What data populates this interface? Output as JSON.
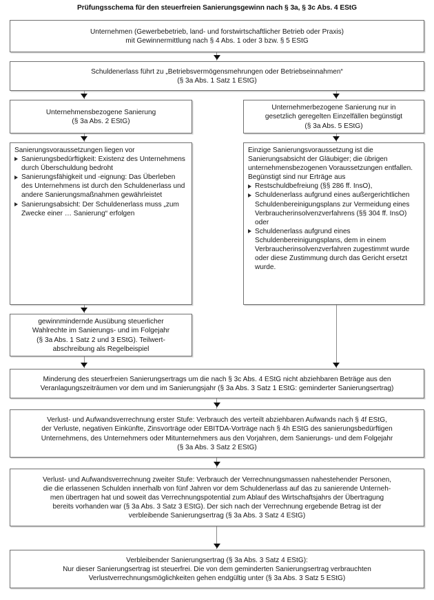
{
  "title": "Prüfungsschema für den steuerfreien Sanierungsgewinn nach § 3a, § 3c Abs. 4 EStG",
  "colors": {
    "box_border": "#6f6f6f",
    "box_shadow": "#cfcfcf",
    "connector": "#8a8a8a",
    "arrow": "#111111",
    "text": "#161616",
    "background": "#ffffff"
  },
  "nodes": {
    "unternehmen": {
      "lines": [
        "Unternehmen (Gewerbebetrieb, land- und forstwirtschaftlicher Betrieb oder Praxis)",
        "mit Gewinnermittlung nach § 4 Abs. 1 oder 3 bzw. § 5 EStG"
      ]
    },
    "schuldenerlass": {
      "lines": [
        "Schuldenerlass führt zu „Betriebsvermögensmehrungen oder Betriebseinnahmen“",
        "(§ 3a Abs. 1 Satz 1 EStG)"
      ]
    },
    "unternehmensbezogen": {
      "lines": [
        "Unternehmensbezogene Sanierung",
        "(§ 3a Abs. 2 EStG)"
      ]
    },
    "unternehmerbezogen": {
      "lines": [
        "Unternehmerbezogene Sanierung nur in",
        "gesetzlich geregelten Einzelfällen begünstigt",
        "(§ 3a Abs. 5 EStG)"
      ]
    },
    "voraussetzungen_links": {
      "intro": "Sanierungsvoraussetzungen liegen vor",
      "bullets": [
        "Sanierungsbedürftigkeit: Existenz des Unternehmens durch Überschuldung bedroht",
        "Sanierungsfähigkeit und -eignung: Das Überleben des Unternehmens ist durch den Schuldenerlass und andere Sanierungsmaßnahmen gewährleistet",
        "Sanierungsabsicht: Der Schuldenerlass muss „zum Zwecke einer … Sanierung“ erfolgen"
      ]
    },
    "voraussetzungen_rechts": {
      "intro": "Einzige Sanierungsvoraussetzung ist die Sanierungsabsicht der Gläubiger; die übrigen unternehmensbezogenen Voraussetzungen entfallen. Begünstigt sind nur Erträge aus",
      "bullets": [
        "Restschuldbefreiung (§§ 286 ff. InsO),",
        "Schuldenerlass aufgrund eines außergerichtlichen Schuldenbereinigungsplans zur Vermeidung eines Verbraucherinsolvenzverfahrens  (§§ 304 ff. InsO) oder",
        "Schuldenerlass aufgrund eines Schuldenbereinigungsplans, dem in einem Verbraucherinsolvenzverfahren zugestimmt wurde oder diese Zustimmung durch das Gericht ersetzt wurde."
      ]
    },
    "wahlrechte": {
      "lines": [
        "gewinnmindernde Ausübung steuerlicher",
        "Wahlrechte im Sanierungs- und im Folgejahr",
        "(§ 3a Abs. 1 Satz 2 und 3 EStG). Teilwert-",
        "abschreibung als Regelbeispiel"
      ]
    },
    "minderung": {
      "lines": [
        "Minderung des steuerfreien Sanierungsertrags um die nach § 3c Abs. 4 EStG nicht abziehbaren Beträge aus den",
        "Veranlagungszeiträumen vor dem und im Sanierungsjahr (§ 3a Abs. 3 Satz 1 EStG: geminderter Sanierungsertrag)"
      ]
    },
    "erste_stufe": {
      "lines": [
        "Verlust- und Aufwandsverrechnung erster Stufe: Verbrauch des verteilt abziehbaren Aufwands nach § 4f EStG,",
        "der Verluste, negativen Einkünfte, Zinsvorträge oder EBITDA-Vorträge nach § 4h EStG des sanierungsbedürftigen",
        "Unternehmens, des Unternehmers oder Mitunternehmers aus den Vorjahren, dem Sanierungs- und dem Folgejahr",
        "(§ 3a Abs. 3 Satz 2 EStG)"
      ]
    },
    "zweite_stufe": {
      "lines": [
        "Verlust- und Aufwandsverrechnung zweiter Stufe: Verbrauch der Verrechnungsmassen nahestehender Personen,",
        "die die erlassenen Schulden innerhalb von fünf Jahren vor dem Schuldenerlass auf das zu sanierende Unterneh-",
        "men übertragen hat und soweit das Verrechnungspotential zum Ablauf des Wirtschaftsjahrs der Übertragung",
        "bereits vorhanden war (§ 3a Abs. 3 Satz 3 EStG). Der sich nach der Verrechnung ergebende Betrag ist der",
        "verbleibende Sanierungsertrag (§ 3a Abs. 3 Satz 4 EStG)"
      ]
    },
    "verbleibender": {
      "lines": [
        "Verbleibender Sanierungsertrag (§ 3a Abs. 3 Satz 4 EStG):",
        "Nur dieser Sanierungsertrag ist steuerfrei. Die von dem geminderten Sanierungsertrag verbrauchten",
        "Verlustverrechnungsmöglichkeiten gehen endgültig unter (§ 3a Abs. 3 Satz 5 EStG)"
      ]
    }
  }
}
